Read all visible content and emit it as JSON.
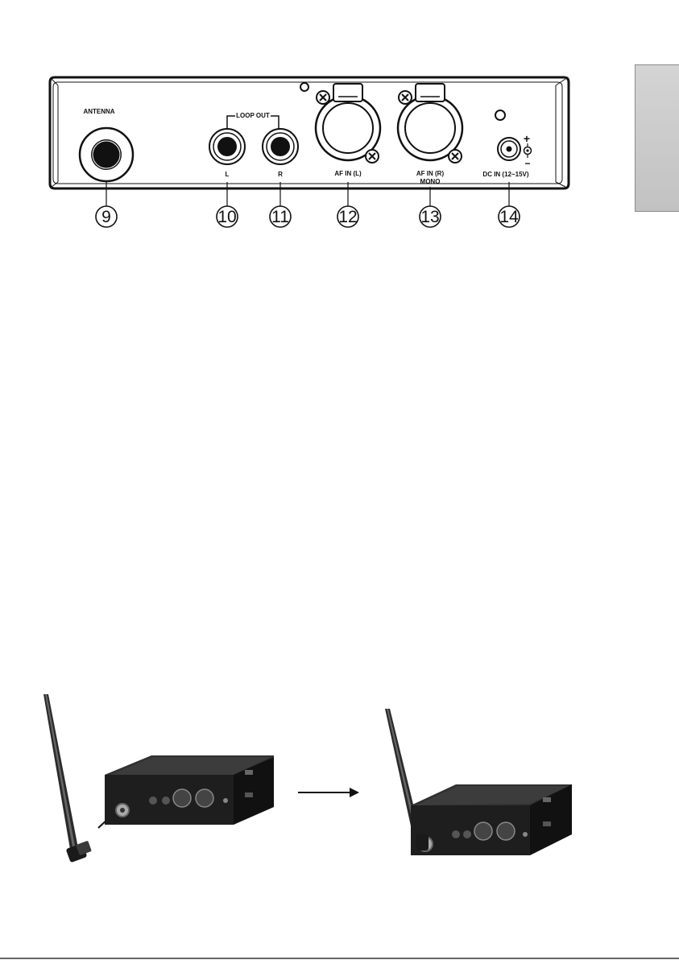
{
  "panel": {
    "antenna_label": "ANTENNA",
    "loop_out_label": "LOOP OUT",
    "left_label": "L",
    "right_label": "R",
    "af_in_left_label": "AF IN (L)",
    "af_in_right_label": "AF IN (R)",
    "mono_label": "MONO",
    "dc_in_label": "DC IN (12~15V)",
    "plus_symbol": "+",
    "minus_symbol": "−"
  },
  "callouts": [
    "9",
    "10",
    "11",
    "12",
    "13",
    "14"
  ]
}
